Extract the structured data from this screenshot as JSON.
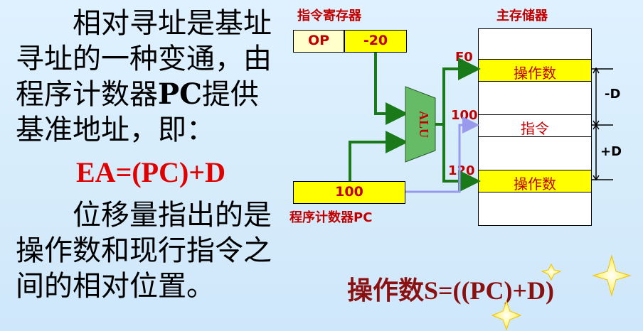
{
  "left_text": {
    "para1_lines": [
      "相对寻址是基址",
      "寻址的一种变通，由",
      "程序计数器",
      "基准地址，即："
    ],
    "para1_pc": "PC",
    "para1_line3_tail": "提供",
    "formula": "EA=(PC)+D",
    "para2_lines": [
      "位移量指出的是",
      "操作数和现行指令之",
      "间的相对位置。"
    ]
  },
  "instruction_register": {
    "title": "指令寄存器",
    "op": "OP",
    "displacement": "-20"
  },
  "alu_label": "ALU",
  "pc_register": {
    "title": "程序计数器PC",
    "value": "100"
  },
  "main_memory": {
    "title": "主存储器",
    "cells": [
      {
        "address": "E0",
        "content": "操作数"
      },
      {
        "address": "100",
        "content": "指令"
      },
      {
        "address": "120",
        "content": "操作数"
      }
    ],
    "offset_minus": "-D",
    "offset_plus": "+D"
  },
  "bottom_formula": "操作数S=((PC)+D)",
  "colors": {
    "highlight": "#ffff00",
    "label_red": "#c00000",
    "arrow_green": "#1a7a1a",
    "arrow_lavender": "#9999ee",
    "alu_fill": "#66bb66"
  }
}
